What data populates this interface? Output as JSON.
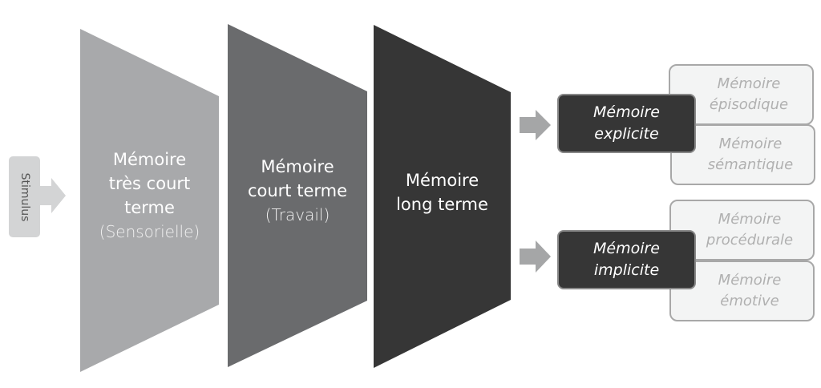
{
  "stimulus": {
    "label": "Stimulus"
  },
  "stages": [
    {
      "title_lines": [
        "Mémoire",
        "très court",
        "terme"
      ],
      "subtitle": "(Sensorielle)",
      "color": "#a8a9ab"
    },
    {
      "title_lines": [
        "Mémoire",
        "court terme"
      ],
      "subtitle": "(Travail)",
      "color": "#6a6b6d"
    },
    {
      "title_lines": [
        "Mémoire",
        "long terme"
      ],
      "subtitle": "",
      "color": "#363636"
    }
  ],
  "branches": [
    {
      "main": {
        "line1": "Mémoire",
        "line2": "explicite"
      },
      "subtypes": [
        {
          "line1": "Mémoire",
          "line2": "épisodique"
        },
        {
          "line1": "Mémoire",
          "line2": "sémantique"
        }
      ]
    },
    {
      "main": {
        "line1": "Mémoire",
        "line2": "implicite"
      },
      "subtypes": [
        {
          "line1": "Mémoire",
          "line2": "procédurale"
        },
        {
          "line1": "Mémoire",
          "line2": "émotive"
        }
      ]
    }
  ],
  "colors": {
    "arrow": "#a5a6a7",
    "stimulus_box": "#d3d4d5",
    "dark_box": "#363636",
    "light_box": "#f3f4f4"
  }
}
